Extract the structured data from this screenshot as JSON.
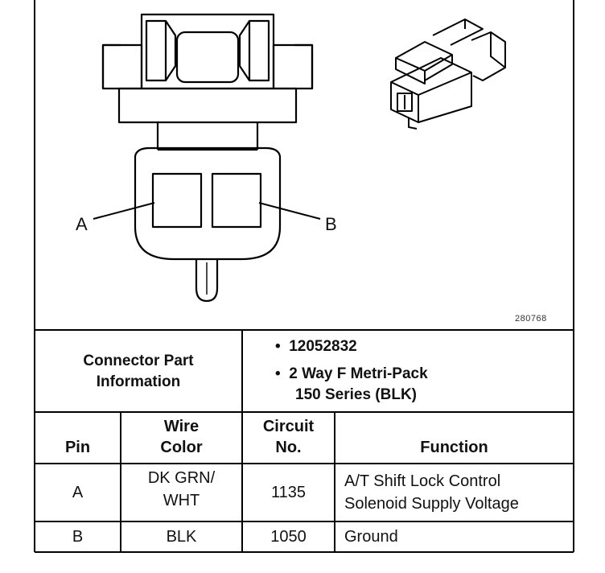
{
  "diagram": {
    "pin_labels": [
      "A",
      "B"
    ],
    "reference_code": "280768"
  },
  "connector_info": {
    "label_line1": "Connector Part",
    "label_line2": "Information",
    "bullet_items": [
      "12052832",
      "2 Way F Metri-Pack"
    ],
    "bullet_continuation": "150 Series (BLK)"
  },
  "table": {
    "headers": {
      "pin": "Pin",
      "wire_color_line1": "Wire",
      "wire_color_line2": "Color",
      "circuit_line1": "Circuit",
      "circuit_line2": "No.",
      "function": "Function"
    },
    "rows": [
      {
        "pin": "A",
        "wire_color_line1": "DK GRN/",
        "wire_color_line2": "WHT",
        "circuit": "1135",
        "function_line1": "A/T Shift Lock Control",
        "function_line2": "Solenoid Supply Voltage"
      },
      {
        "pin": "B",
        "wire_color_line1": "BLK",
        "circuit": "1050",
        "function_line1": "Ground"
      }
    ]
  }
}
